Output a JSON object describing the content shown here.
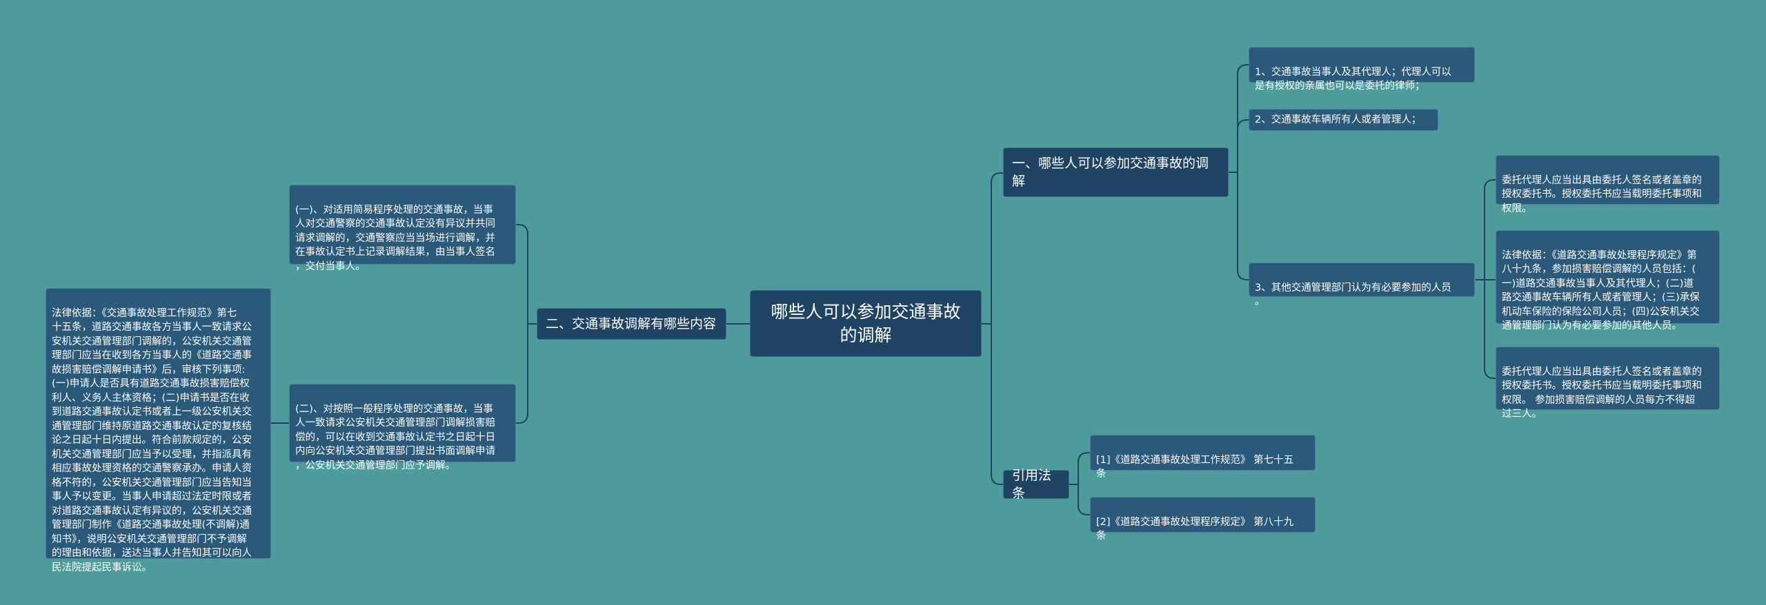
{
  "root": {
    "label": "哪些人可以参加交通事故\n的调解"
  },
  "branch_who": {
    "label": "一、哪些人可以参加交通事故的调\n解",
    "items": [
      "1、交通事故当事人及其代理人；代理人可以\n是有授权的亲属也可以是委托的律师；",
      "2、交通事故车辆所有人或者管理人；",
      "3、其他交通管理部门认为有必要参加的人员\n。"
    ],
    "sub_items": [
      "委托代理人应当出具由委托人签名或者盖章的\n授权委托书。授权委托书应当载明委托事项和\n权限。",
      "法律依据：《道路交通事故处理程序规定》第\n八十九条，参加损害赔偿调解的人员包括：(\n一)道路交通事故当事人及其代理人；(二)道\n路交通事故车辆所有人或者管理人；(三)承保\n机动车保险的保险公司人员；(四)公安机关交\n通管理部门认为有必要参加的其他人员。",
      "委托代理人应当出具由委托人签名或者盖章的\n授权委托书。授权委托书应当载明委托事项和\n权限。 参加损害赔偿调解的人员每方不得超\n过三人。"
    ]
  },
  "branch_content": {
    "label": "二、交通事故调解有哪些内容",
    "items": [
      "(一)、对适用简易程序处理的交通事故，当事\n人对交通警察的交通事故认定没有异议并共同\n请求调解的，交通警察应当当场进行调解，并\n在事故认定书上记录调解结果，由当事人签名\n，交付当事人。",
      "(二)、对按照一般程序处理的交通事故，当事\n人一致请求公安机关交通管理部门调解损害赔\n偿的，可以在收到交通事故认定书之日起十日\n内向公安机关交通管理部门提出书面调解申请\n，公安机关交通管理部门应予调解。"
    ],
    "legal_basis": "法律依据：《交通事故处理工作规范》第七\n十五条，道路交通事故各方当事人一致请求公\n安机关交通管理部门调解的，公安机关交通管\n理部门应当在收到各方当事人的《道路交通事\n故损害赔偿调解申请书》后，审核下列事项:\n(一)申请人是否具有道路交通事故损害赔偿权\n利人、义务人主体资格；(二)申请书是否在收\n到道路交通事故认定书或者上一级公安机关交\n通管理部门维持原道路交通事故认定的复核结\n论之日起十日内提出。符合前款规定的，公安\n机关交通管理部门应当予以受理，并指派具有\n相应事故处理资格的交通警察承办。申请人资\n格不符的，公安机关交通管理部门应当告知当\n事人予以变更。当事人申请超过法定时限或者\n对道路交通事故认定有异议的，公安机关交通\n管理部门制作《道路交通事故处理(不调解)通\n知书》，说明公安机关交通管理部门不予调解\n的理由和依据，送达当事人并告知其可以向人\n民法院提起民事诉讼。"
  },
  "branch_refs": {
    "label": "引用法条",
    "items": [
      "[1]《道路交通事故处理工作规范》 第七十五\n条",
      "[2]《道路交通事故处理程序规定》 第八十九\n条"
    ]
  },
  "colors": {
    "background": "#4e9b9b",
    "main_node": "#1f4363",
    "leaf_node": "#2b5979",
    "connector": "#1f4363"
  }
}
